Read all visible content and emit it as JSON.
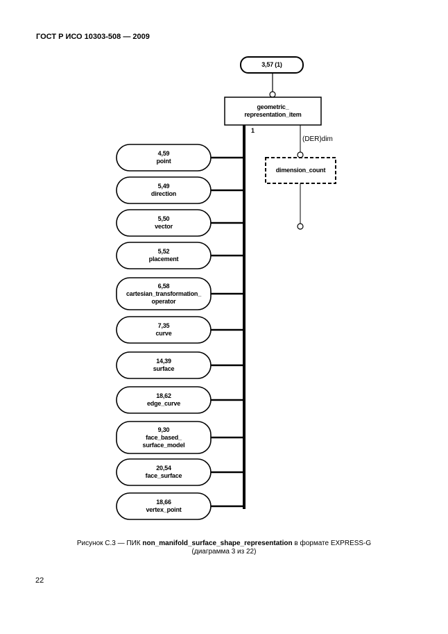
{
  "header": {
    "standard": "ГОСТ Р ИСО 10303-508 — 2009"
  },
  "diagram": {
    "page_ref": {
      "line1": "3,57 (1)"
    },
    "supertype": {
      "line1": "geometric_",
      "line2": "representation_item"
    },
    "cardinality": "1",
    "derived_attr": "(DER)dim",
    "derived_type": {
      "line1": "dimension_count"
    },
    "entities": [
      {
        "line1": "4,59",
        "line2": "point"
      },
      {
        "line1": "5,49",
        "line2": "direction"
      },
      {
        "line1": "5,50",
        "line2": "vector"
      },
      {
        "line1": "5,52",
        "line2": "placement"
      },
      {
        "line1": "6,58",
        "line2": "cartesian_transformation_",
        "line3": "operator"
      },
      {
        "line1": "7,35",
        "line2": "curve"
      },
      {
        "line1": "14,39",
        "line2": "surface"
      },
      {
        "line1": "18,62",
        "line2": "edge_curve"
      },
      {
        "line1": "9,30",
        "line2": "face_based_",
        "line3": "surface_model"
      },
      {
        "line1": "20,54",
        "line2": "face_surface"
      },
      {
        "line1": "18,66",
        "line2": "vertex_point"
      }
    ]
  },
  "caption": {
    "prefix": "Рисунок С.3 — ПИК ",
    "entity": "non_manifold_surface_shape_representation",
    "suffix": " в формате EXPRESS-G",
    "line2": "(диаграмма 3 из 22)"
  },
  "page_number": "22"
}
